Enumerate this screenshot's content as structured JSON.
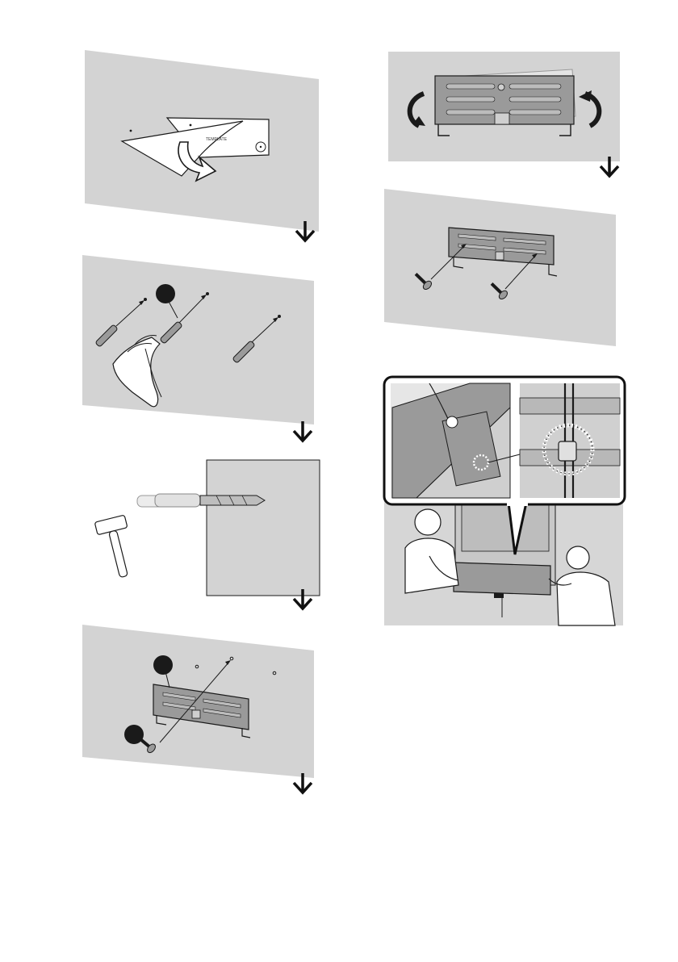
{
  "page": {
    "type": "installation-manual-illustrations",
    "template_label": "TEMPLATE",
    "callout_marker_1": "",
    "callout_marker_2": "",
    "callout_marker_3": ""
  },
  "colors": {
    "wall": "#d3d3d3",
    "panel": "#9a9a9a",
    "line": "#1a1a1a",
    "white": "#ffffff"
  },
  "icons": [
    "down-arrow-icon",
    "hammer-icon",
    "screw-icon",
    "wall-anchor-icon",
    "rotate-arrow-icon",
    "magnifier-callout"
  ]
}
